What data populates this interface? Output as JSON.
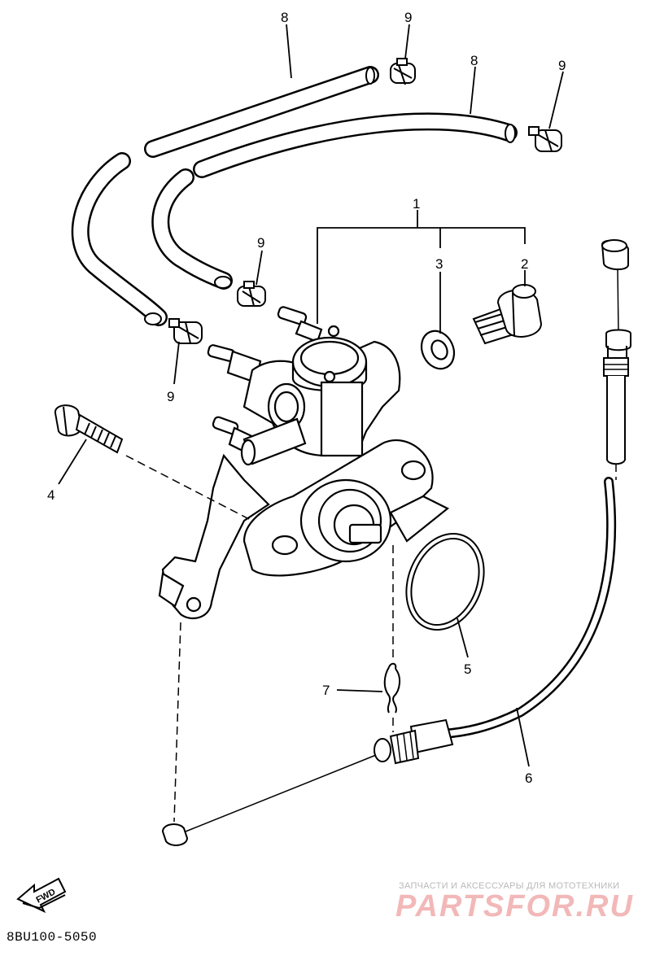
{
  "callouts": {
    "c1": "1",
    "c2": "2",
    "c3": "3",
    "c4": "4",
    "c5": "5",
    "c6": "6",
    "c7": "7",
    "c8a": "8",
    "c8b": "8",
    "c9a": "9",
    "c9b": "9",
    "c9c": "9",
    "c9d": "9"
  },
  "fwd_label": "FWD",
  "diagram_code": "8BU100-5050",
  "watermark": {
    "tagline": "ЗАПЧАСТИ И АКСЕССУАРЫ ДЛЯ МОТОТЕХНИКИ",
    "logo": "PARTSFOR.RU"
  },
  "colors": {
    "line": "#000000",
    "watermark_logo": "#f2b8b8",
    "watermark_text": "#b9b9b9"
  }
}
